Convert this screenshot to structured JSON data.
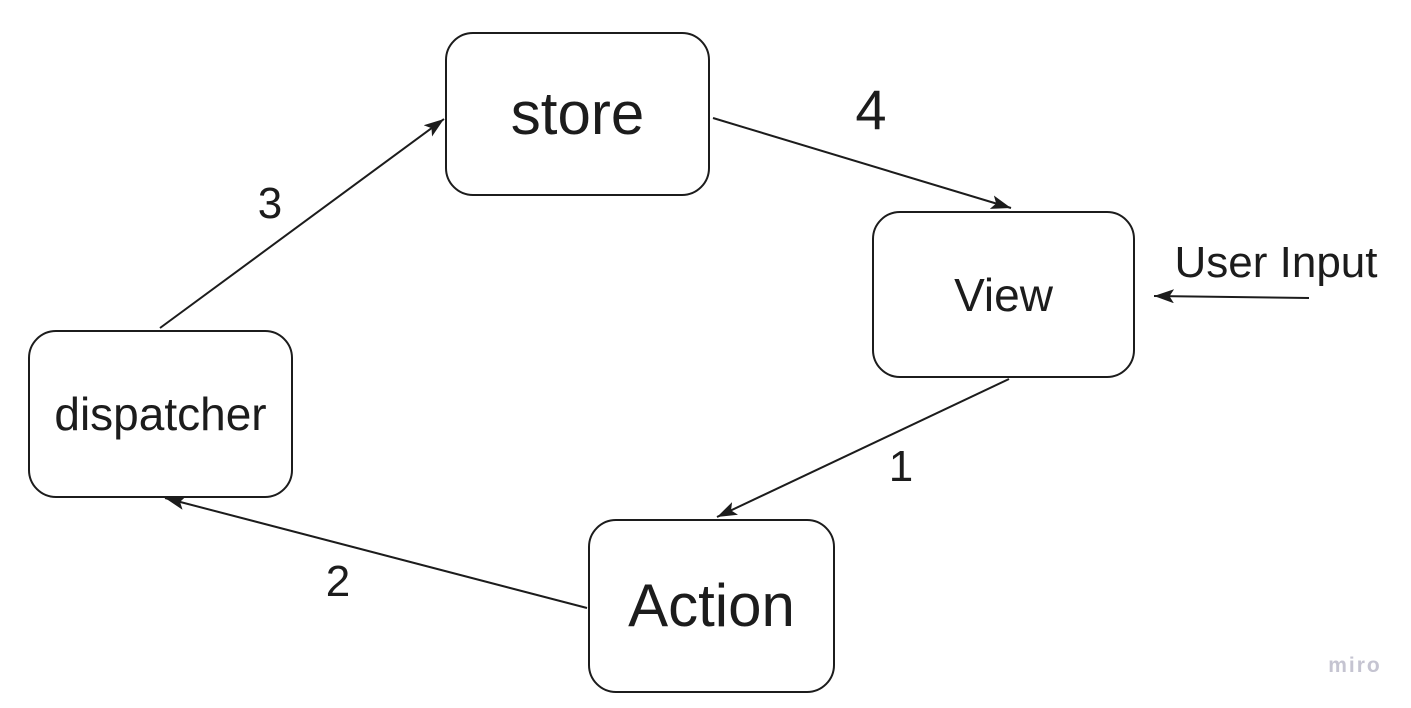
{
  "canvas": {
    "background": "#ffffff",
    "stroke_color": "#1c1c1c"
  },
  "nodes": {
    "store": {
      "label": "store"
    },
    "view": {
      "label": "View"
    },
    "dispatcher": {
      "label": "dispatcher"
    },
    "action": {
      "label": "Action"
    }
  },
  "edges": {
    "view_to_action": {
      "label": "1"
    },
    "action_to_dispatcher": {
      "label": "2"
    },
    "dispatcher_to_store": {
      "label": "3"
    },
    "store_to_view": {
      "label": "4"
    },
    "user_input_to_view": {
      "label": "User Input"
    }
  },
  "watermark": {
    "label": "miro",
    "color": "#c5c4d1"
  }
}
